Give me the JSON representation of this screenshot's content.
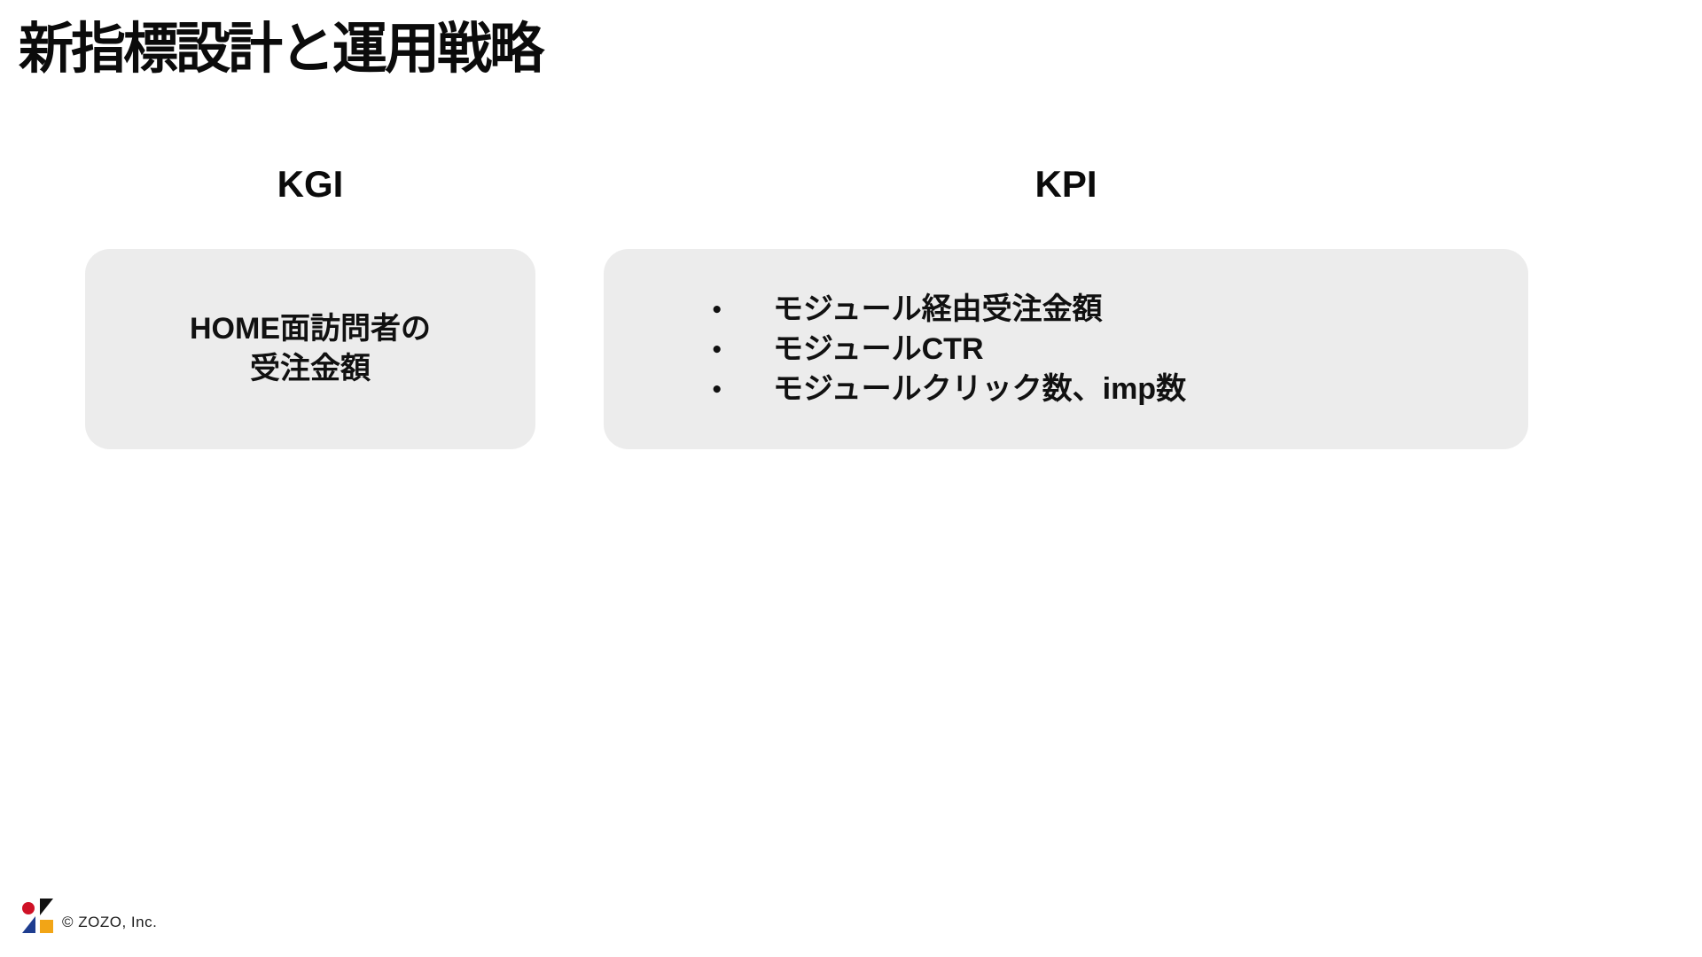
{
  "slide": {
    "title": "新指標設計と運用戦略"
  },
  "kgi": {
    "heading": "KGI",
    "lines": [
      "HOME面訪問者の",
      "受注金額"
    ]
  },
  "kpi": {
    "heading": "KPI",
    "items": [
      "モジュール経由受注金額",
      "モジュールCTR",
      "モジュールクリック数、imp数"
    ]
  },
  "footer": {
    "copyright": "© ZOZO, Inc.",
    "logo_name": "zozo-logo"
  },
  "colors": {
    "background": "#ffffff",
    "card_background": "#ececec",
    "text": "#111111",
    "logo_red": "#cf1126",
    "logo_black": "#111111",
    "logo_blue": "#1e3d8f",
    "logo_yellow": "#f2a516"
  }
}
